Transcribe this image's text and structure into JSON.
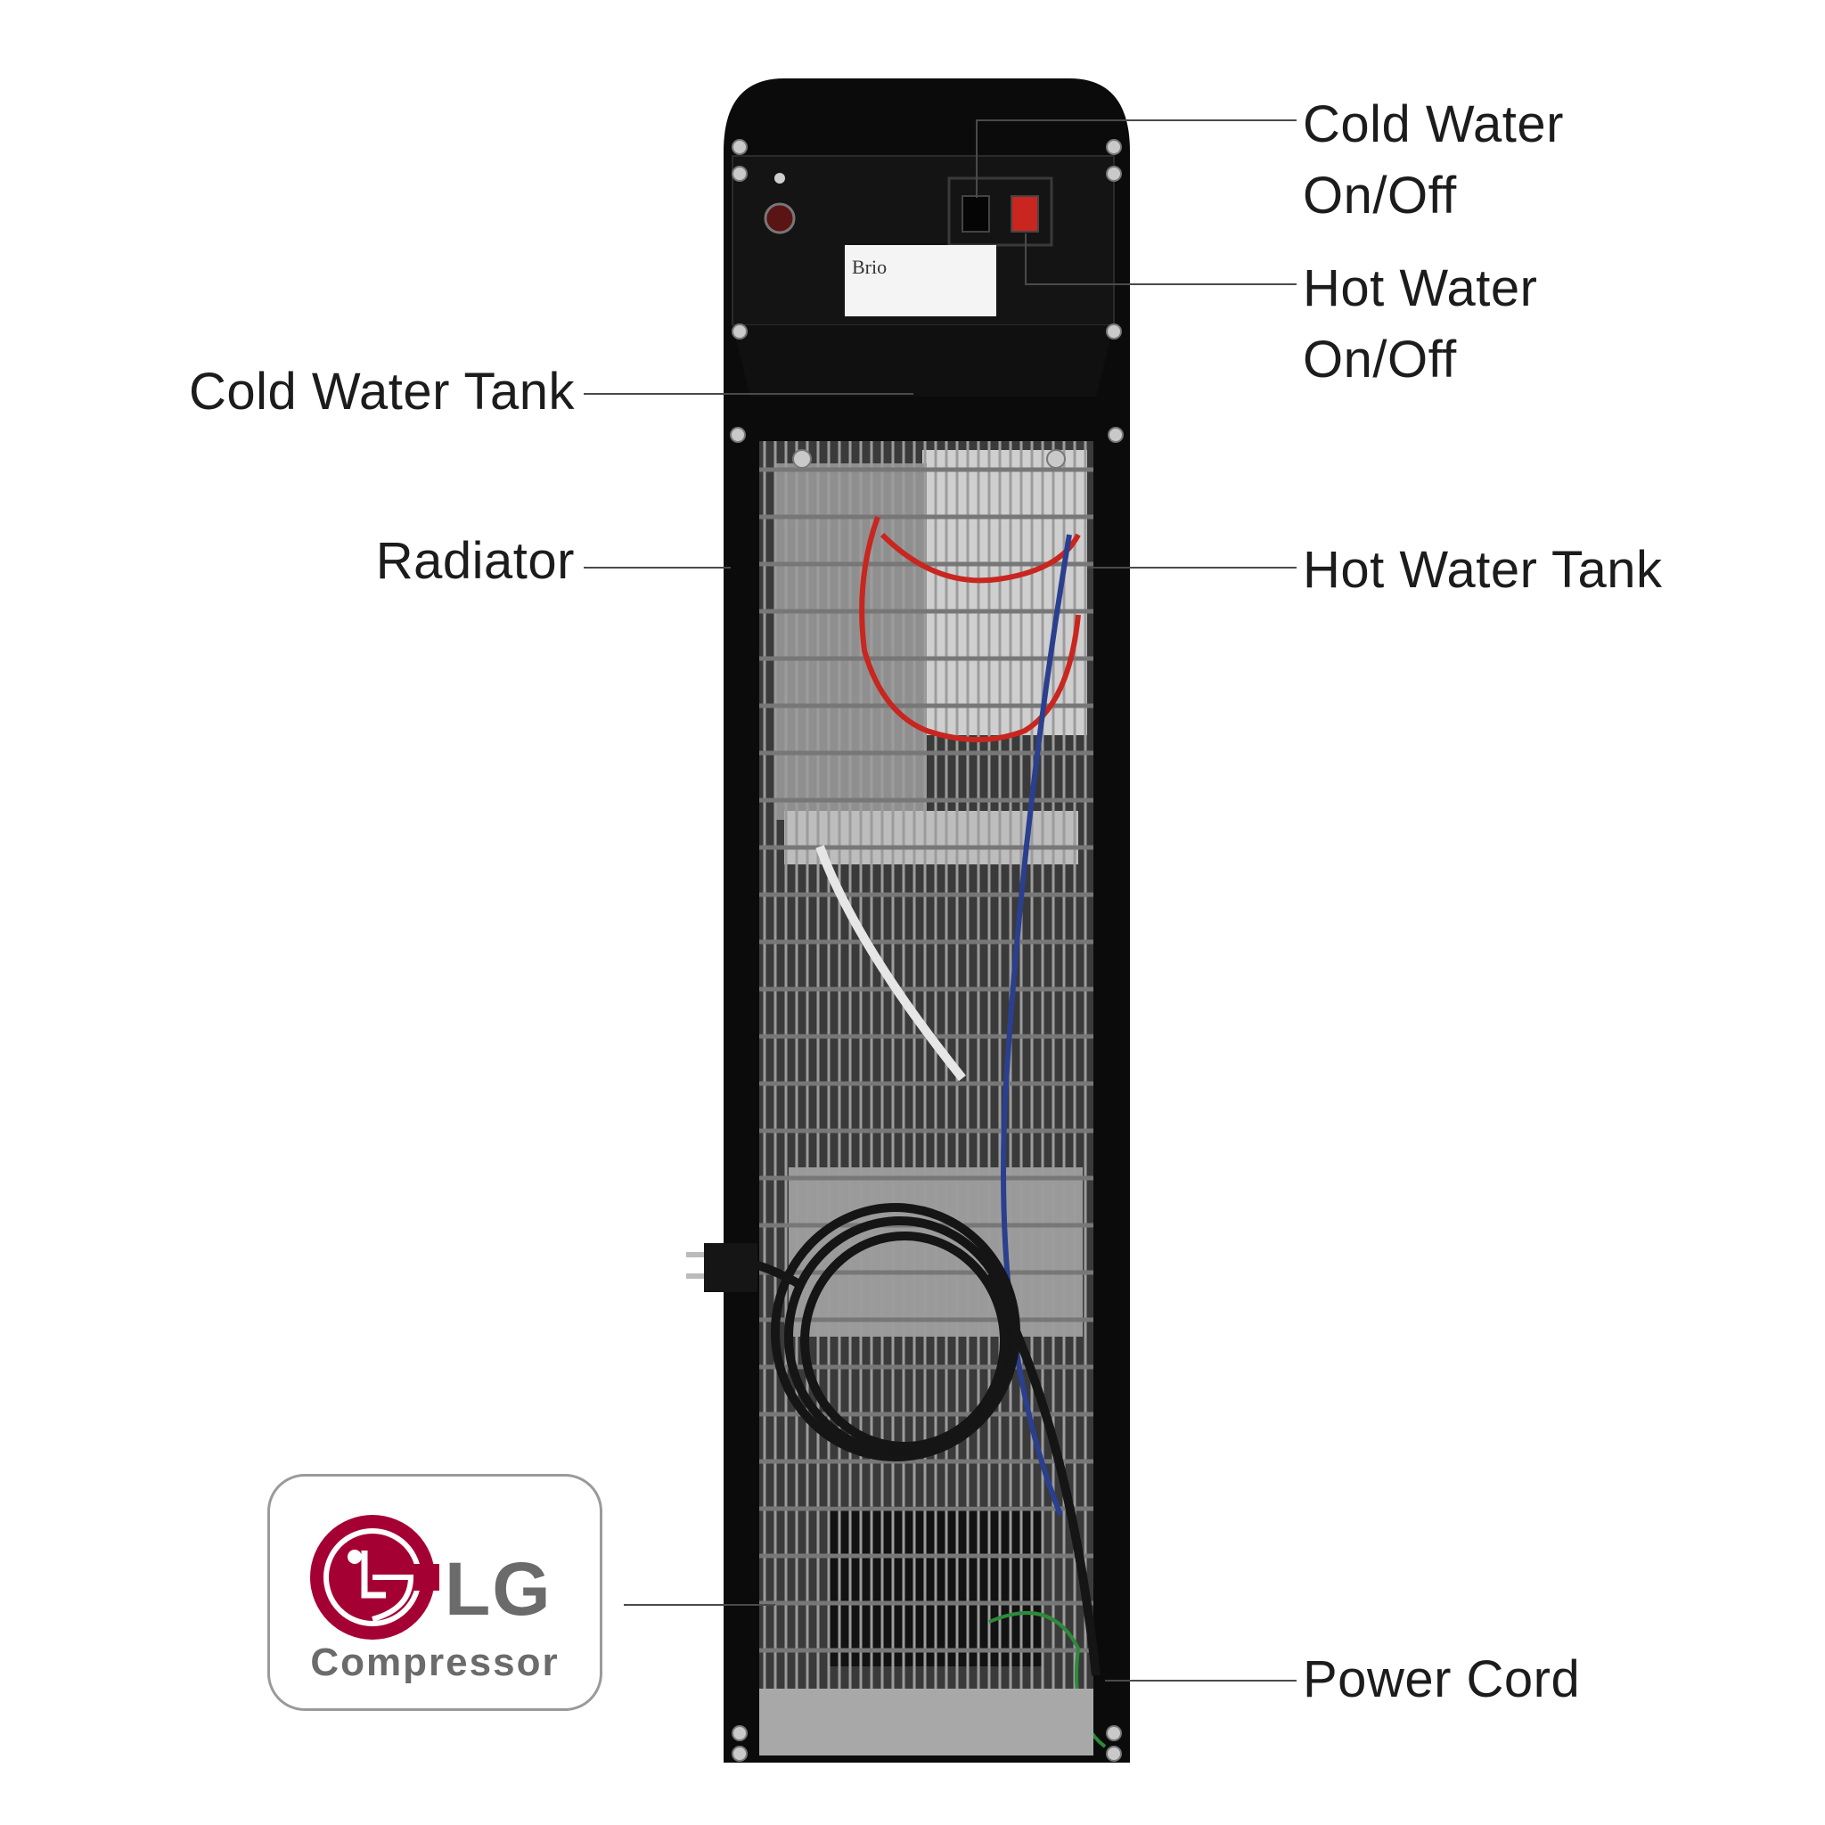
{
  "labels": {
    "cold_switch_1": "Cold Water",
    "cold_switch_2": "On/Off",
    "hot_switch_1": "Hot Water",
    "hot_switch_2": "On/Off",
    "cold_tank": "Cold Water Tank",
    "radiator": "Radiator",
    "hot_tank": "Hot Water Tank",
    "power_cord": "Power Cord"
  },
  "badge": {
    "brand": "LG",
    "caption": "Compressor"
  },
  "plate": {
    "brand": "Brio"
  },
  "colors": {
    "lg_magenta": "#a50034",
    "body_black": "#0b0b0b",
    "grille_gray": "#8c8c8c",
    "wire_red": "#c8261f",
    "wire_blue": "#2b3f8f",
    "wire_green": "#2c8a3a"
  },
  "icons": {
    "lg_logo": "lg-logo-icon"
  }
}
